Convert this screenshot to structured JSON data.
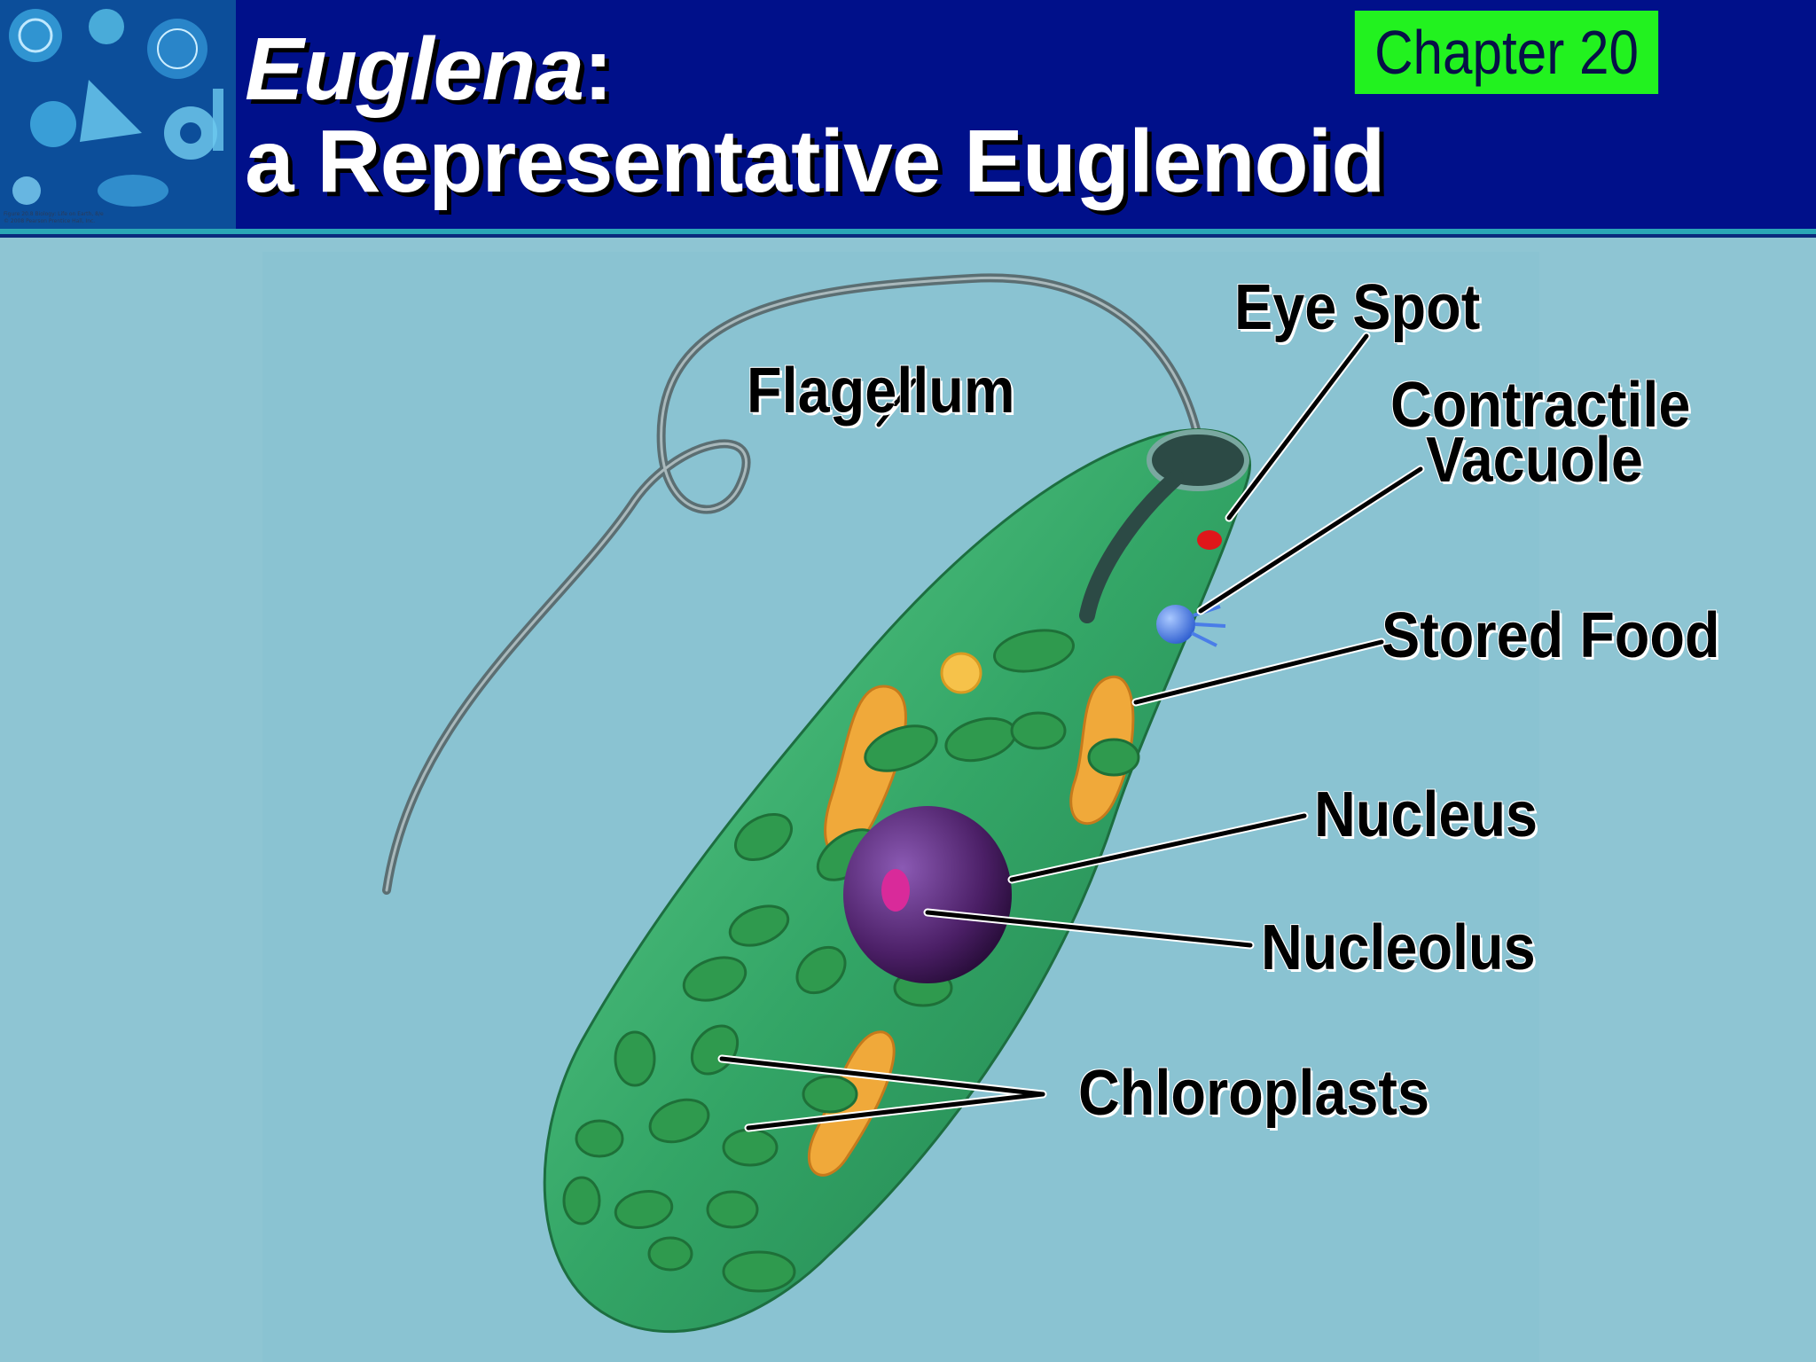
{
  "header": {
    "title_italic": "Euglena",
    "title_colon": ":",
    "title_line2": "a Representative Euglenoid",
    "chapter": "Chapter 20",
    "thumb_credit": "Figure 20.8 Biology: Life on Earth, 8/e\n© 2008 Pearson Prentice Hall, Inc."
  },
  "labels": {
    "flagellum": "Flagellum",
    "eye_spot": "Eye Spot",
    "contractile_1": "Contractile",
    "contractile_2": "Vacuole",
    "stored_food": "Stored Food",
    "nucleus": "Nucleus",
    "nucleolus": "Nucleolus",
    "chloroplasts": "Chloroplasts"
  },
  "colors": {
    "header_bg": "#00108a",
    "chapter_bg": "#22f21f",
    "background": "#8ec5d3",
    "cell": "#3fae72",
    "chloroplast": "#2f9a4e",
    "stored_food": "#f0a93a",
    "nucleus": "#5a2a78",
    "eye_spot": "#e0161a",
    "vacuole": "#3d6fe0"
  }
}
